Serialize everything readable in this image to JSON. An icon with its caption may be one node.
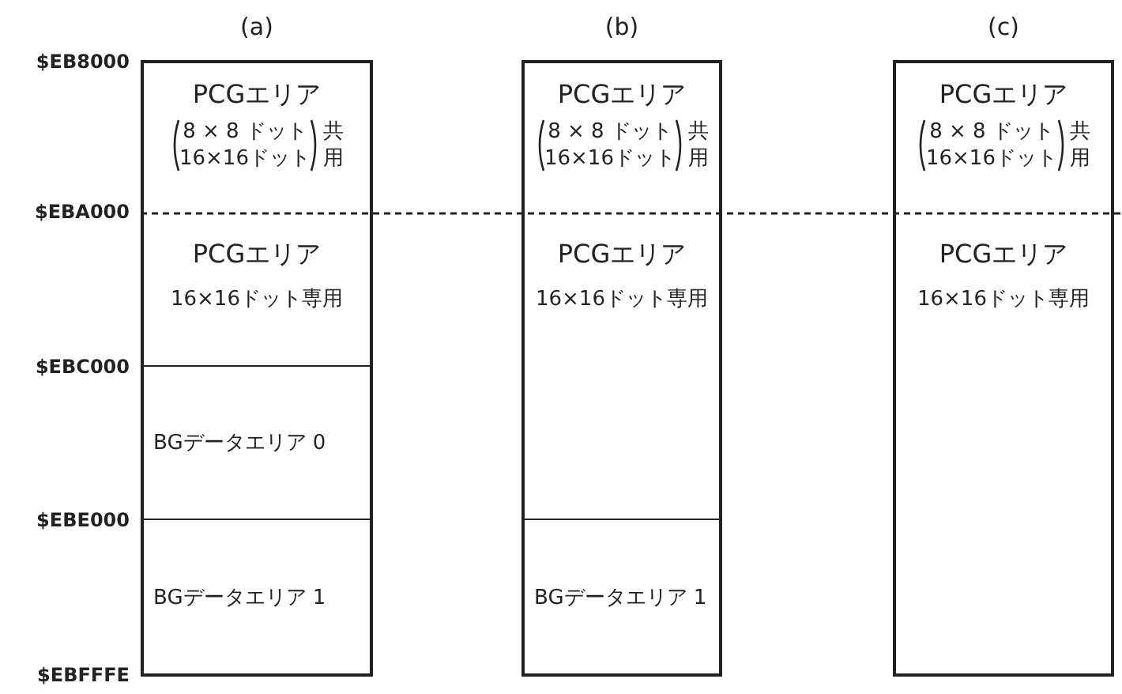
{
  "diagram": {
    "nodes": [
      {
        "text": [
          "(a)"
        ]
      },
      {
        "text": [
          "PCGエリア",
          "8 × 8 ドット",
          "16×16ドット",
          "共用"
        ],
        "in": 0
      },
      {
        "text": [
          "PCGエリア",
          "16×16ドット専用"
        ],
        "in": 0
      },
      {
        "text": [
          "BGデータエリア 0"
        ],
        "in": 0
      },
      {
        "text": [
          "BGデータエリア 1"
        ],
        "in": 0
      },
      {
        "text": [
          "(b)"
        ]
      },
      {
        "text": [
          "PCGエリア",
          "8 × 8 ドット",
          "16×16ドット",
          "共用"
        ],
        "in": 5
      },
      {
        "text": [
          "PCGエリア",
          "16×16ドット専用"
        ],
        "in": 5
      },
      {
        "text": [
          "BGデータエリア 1"
        ],
        "in": 5
      },
      {
        "text": [
          "(c)"
        ]
      },
      {
        "text": [
          "PCGエリア",
          "8 × 8 ドット",
          "16×16ドット",
          "共用"
        ],
        "in": 9
      },
      {
        "text": [
          "PCGエリア",
          "16×16ドット専用"
        ],
        "in": 9
      }
    ],
    "edges": [],
    "labels": [
      "$EB8000",
      "$EBA000",
      "$EBC000",
      "$EBE000",
      "$EBFFFE"
    ]
  }
}
